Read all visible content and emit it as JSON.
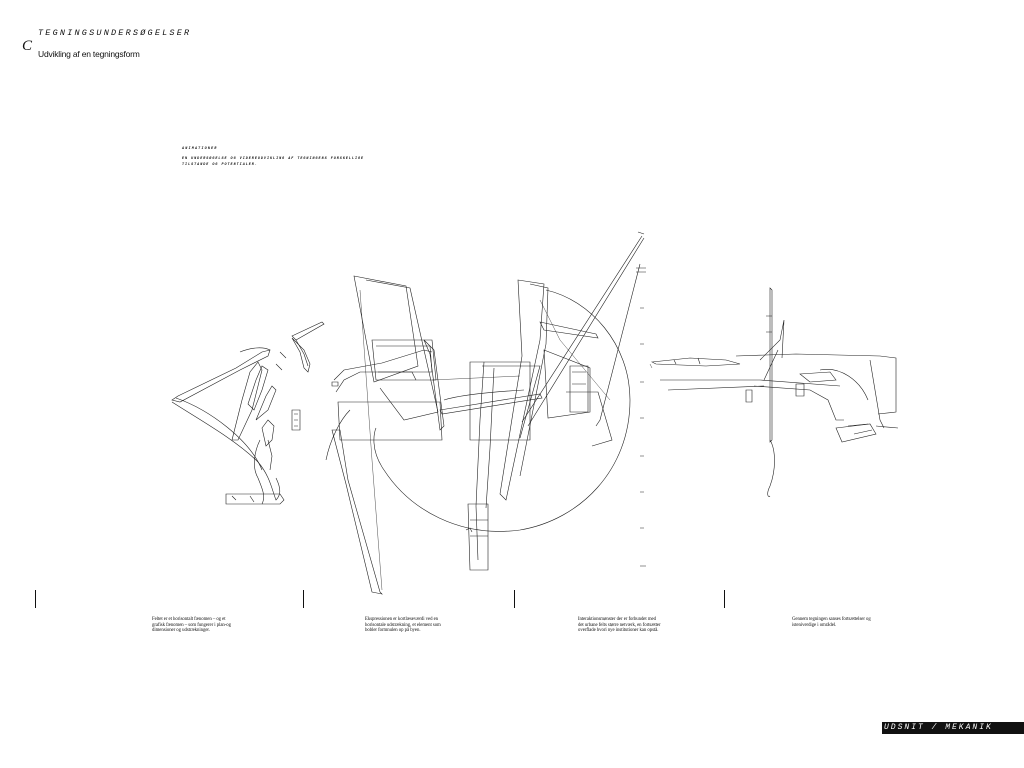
{
  "header": {
    "section_letter": "C",
    "title": "Tegningsundersøgelser",
    "subtitle": "Udvikling af en tegningsform"
  },
  "animation": {
    "label": "Animationer",
    "description": "En undersøgelse og videreudvikling af tegningens forskellige tilstande og potentialer."
  },
  "captions": [
    "Feltet er et horisontalt fænomen – og et grafisk fænomen – som fungerer i plan-og dimensioner og udstrækninger.",
    "Ekspressionen er kortlæseværdi ved en horisontale udstrækning, et element som bobler formnulen op på byen.",
    "Interaktionsmønster der er forbundet med det urbane felts større netværk, en fortsætter overflade hvori nye institutioner kan opstå.",
    "Gennem tegningen sanses fortsættelser og isteniverdige i områdel."
  ],
  "footer": {
    "label": "Udsnit / Mekanik"
  }
}
